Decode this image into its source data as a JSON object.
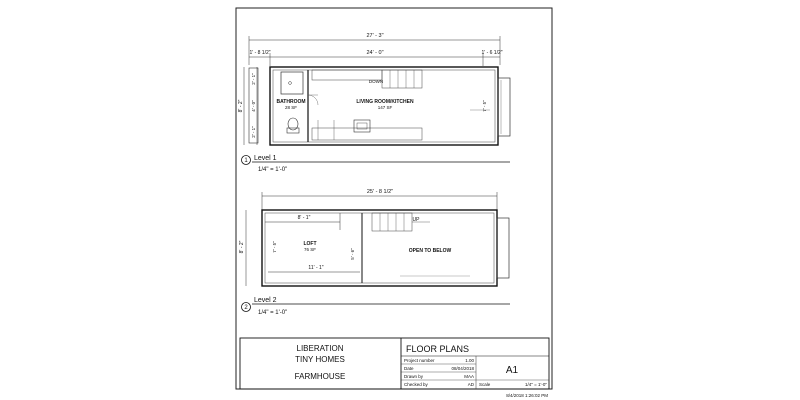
{
  "level1": {
    "overall_dim": "27' - 3\"",
    "left_dim": "1' - 8 1/2\"",
    "middle_dim": "24' - 0\"",
    "right_dim": "1' - 6 1/2\"",
    "side_dim_total": "8' - 2\"",
    "side_dim_top": "2' - 1\"",
    "side_dim_mid": "4' - 0\"",
    "side_dim_bottom": "2' - 1\"",
    "right_height_dim": "7' - 5\"",
    "stair_label": "DOWN",
    "bathroom_name": "BATHROOM",
    "bathroom_area": "28 SF",
    "living_name": "LIVING ROOM/KITCHEN",
    "living_area": "147 SF",
    "view_number": "1",
    "view_title": "Level 1",
    "view_scale": "1/4\" = 1'-0\""
  },
  "level2": {
    "overall_dim": "25' - 8 1/2\"",
    "loft_width_dim": "8' - 1\"",
    "loft_bottom_dim": "11' - 1\"",
    "side_dim_total": "8' - 2\"",
    "left_height_dim": "7' - 5\"",
    "mid_height_dim": "5' - 6\"",
    "stair_label": "UP",
    "loft_name": "LOFT",
    "loft_area": "76 SF",
    "open_label": "OPEN TO BELOW",
    "view_number": "2",
    "view_title": "Level 2",
    "view_scale": "1/4\" = 1'-0\""
  },
  "title_block": {
    "company_line1": "LIBERATION",
    "company_line2": "TINY HOMES",
    "project_name": "FARMHOUSE",
    "sheet_title": "FLOOR PLANS",
    "project_number_label": "Project number",
    "project_number": "1.00",
    "date_label": "Date",
    "date": "08/04/2018",
    "drawn_by_label": "Drawn by",
    "drawn_by": "MAA",
    "checked_by_label": "Checked by",
    "checked_by": "AD",
    "sheet_number": "A1",
    "scale_label": "Scale",
    "scale": "1/4\" = 1'-0\""
  },
  "timestamp": "8/4/2018 1:26:02 PM"
}
